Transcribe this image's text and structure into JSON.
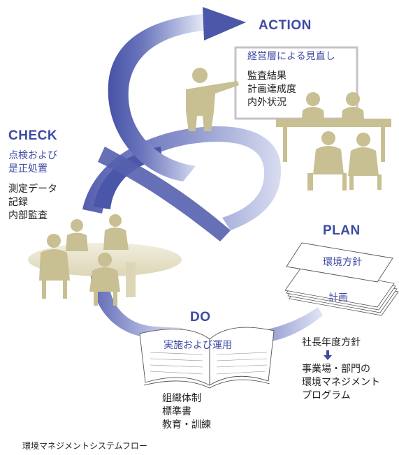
{
  "stages": {
    "action": {
      "title": "ACTION",
      "subtitle": "経営層による見直し",
      "items": [
        "監査結果",
        "計画達成度",
        "内外状況"
      ]
    },
    "check": {
      "title": "CHECK",
      "subtitle_lines": [
        "点検および",
        "是正処置"
      ],
      "items": [
        "測定データ",
        "記録",
        "内部監査"
      ]
    },
    "plan": {
      "title": "PLAN",
      "sheet_top": "環境方針",
      "sheet_bottom": "計画",
      "policy_label": "社長年度方針",
      "items": [
        "事業場・部門の",
        "環境マネジメント",
        "プログラム"
      ]
    },
    "do": {
      "title": "DO",
      "book_label": "実施および運用",
      "items": [
        "組織体制",
        "標準書",
        "教育・訓練"
      ]
    }
  },
  "caption": "環境マネジメントシステムフロー",
  "colors": {
    "accent_blue": "#3d4aa3",
    "ribbon_dark": "#4a56a8",
    "ribbon_light": "#dfe3f3",
    "figure_khaki": "#c8bf92",
    "action_box_border": "#c9c0c8"
  }
}
